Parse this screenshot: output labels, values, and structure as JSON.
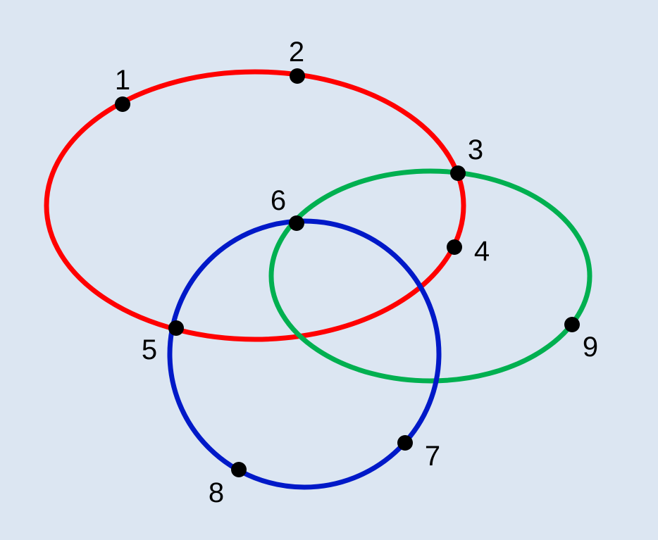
{
  "background": "#dce6f2",
  "point_color": "#000000",
  "curves": [
    {
      "id": "red",
      "color": "#ff0000"
    },
    {
      "id": "green",
      "color": "#00b050"
    },
    {
      "id": "blue",
      "color": "#0019c8"
    }
  ],
  "points": [
    {
      "label": "1"
    },
    {
      "label": "2"
    },
    {
      "label": "3"
    },
    {
      "label": "4"
    },
    {
      "label": "5"
    },
    {
      "label": "6"
    },
    {
      "label": "7"
    },
    {
      "label": "8"
    },
    {
      "label": "9"
    }
  ]
}
